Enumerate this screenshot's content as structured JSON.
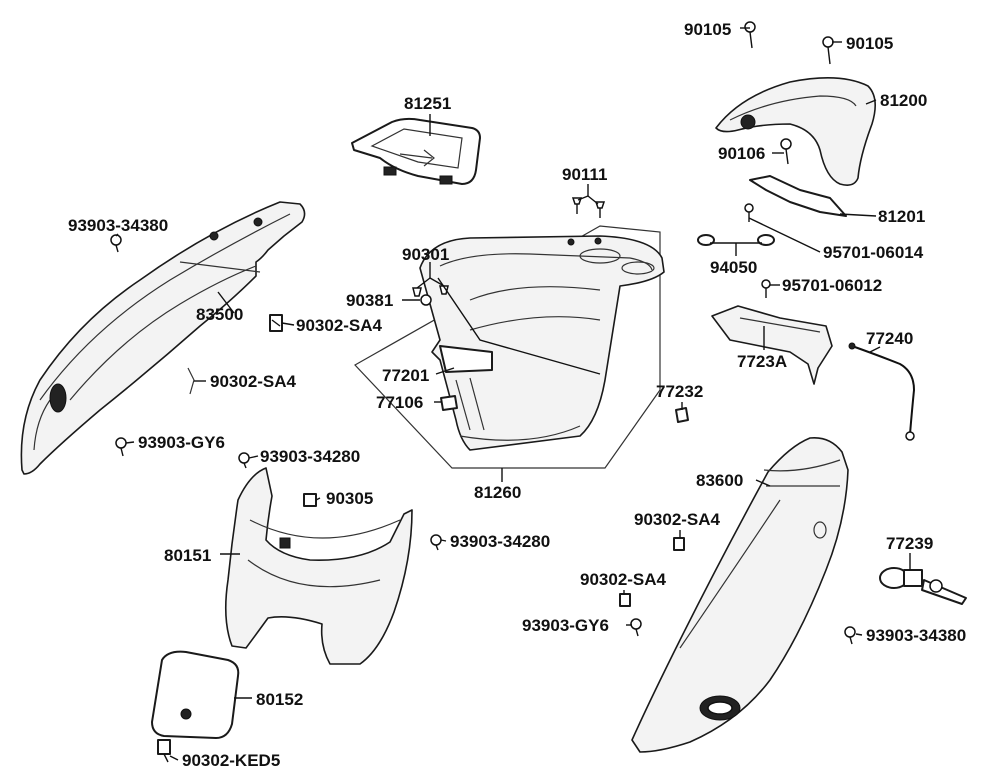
{
  "diagram": {
    "labels": {
      "p90105a": "90105",
      "p90105b": "90105",
      "p81200": "81200",
      "p90106": "90106",
      "p81201": "81201",
      "p95701_06014": "95701-06014",
      "p94050": "94050",
      "p95701_06012": "95701-06012",
      "p7723A": "7723A",
      "p77240": "77240",
      "p77232": "77232",
      "p83600": "83600",
      "p90302_SA4_c": "90302-SA4",
      "p90302_SA4_d": "90302-SA4",
      "p93903_GY6_b": "93903-GY6",
      "p77239": "77239",
      "p93903_34380_b": "93903-34380",
      "p81251": "81251",
      "p90111": "90111",
      "p90301": "90301",
      "p90381": "90381",
      "p77201": "77201",
      "p77106": "77106",
      "p81260": "81260",
      "p93903_34380_a": "93903-34380",
      "p83500": "83500",
      "p90302_SA4_a": "90302-SA4",
      "p90302_SA4_b": "90302-SA4",
      "p93903_GY6_a": "93903-GY6",
      "p93903_34280_a": "93903-34280",
      "p90305": "90305",
      "p93903_34280_b": "93903-34280",
      "p80151": "80151",
      "p80152": "80152",
      "p90302_KED5": "90302-KED5"
    }
  }
}
